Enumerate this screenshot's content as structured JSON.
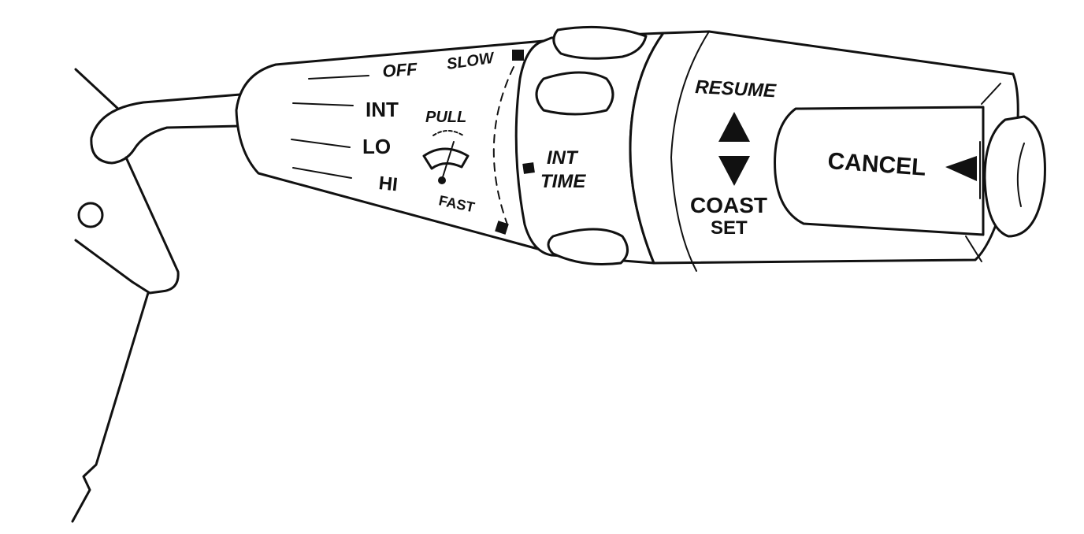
{
  "labels": {
    "off": "OFF",
    "slow": "SLOW",
    "int": "INT",
    "lo": "LO",
    "hi": "HI",
    "pull": "PULL",
    "fast": "FAST",
    "int_time_line1": "INT",
    "int_time_line2": "TIME",
    "resume": "RESUME",
    "coast": "COAST",
    "set": "SET",
    "cancel": "CANCEL"
  },
  "colors": {
    "line": "#111111",
    "background": "#ffffff"
  }
}
